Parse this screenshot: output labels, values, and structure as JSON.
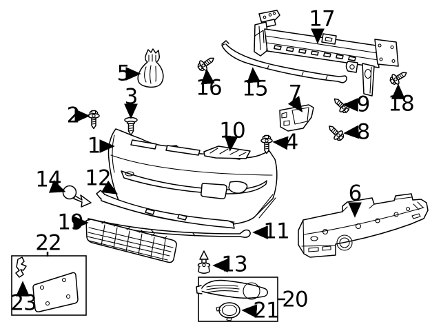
{
  "figure": {
    "type": "exploded-parts-diagram",
    "subject": "front bumper assembly",
    "background_color": "#ffffff",
    "line_color": "#000000",
    "label_color": "#000000"
  },
  "callouts": [
    {
      "label": "1",
      "part": "bumper-cover"
    },
    {
      "label": "2",
      "part": "screw"
    },
    {
      "label": "3",
      "part": "push-clip"
    },
    {
      "label": "4",
      "part": "bolt"
    },
    {
      "label": "5",
      "part": "hardware-bag"
    },
    {
      "label": "6",
      "part": "impact-absorber"
    },
    {
      "label": "7",
      "part": "side-bracket"
    },
    {
      "label": "8",
      "part": "bolt"
    },
    {
      "label": "9",
      "part": "bolt"
    },
    {
      "label": "10",
      "part": "center-bracket"
    },
    {
      "label": "11",
      "part": "lower-trim-strip"
    },
    {
      "label": "12",
      "part": "lower-valance"
    },
    {
      "label": "13",
      "part": "push-pin"
    },
    {
      "label": "14",
      "part": "tow-hook-cover"
    },
    {
      "label": "15",
      "part": "upper-seal-strip"
    },
    {
      "label": "16",
      "part": "screw"
    },
    {
      "label": "17",
      "part": "bumper-reinforcement"
    },
    {
      "label": "18",
      "part": "bolt"
    },
    {
      "label": "19",
      "part": "lower-grille"
    },
    {
      "label": "20",
      "part": "fog-lamp-bezel-kit"
    },
    {
      "label": "21",
      "part": "fog-lamp-cover"
    },
    {
      "label": "22",
      "part": "license-plate-bracket-kit"
    },
    {
      "label": "23",
      "part": "license-bracket-clip"
    }
  ]
}
